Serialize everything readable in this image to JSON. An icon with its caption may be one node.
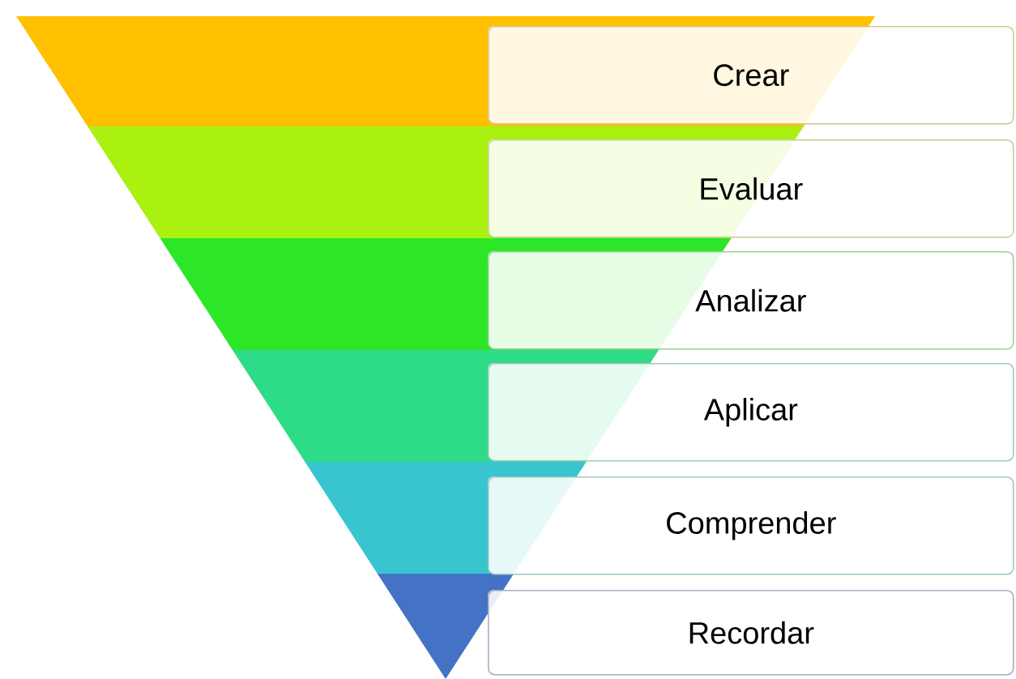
{
  "diagram": {
    "nodes": [
      {
        "text": [
          "Crear"
        ]
      },
      {
        "text": [
          "Evaluar"
        ]
      },
      {
        "text": [
          "Analizar"
        ]
      },
      {
        "text": [
          "Aplicar"
        ]
      },
      {
        "text": [
          "Comprender"
        ]
      },
      {
        "text": [
          "Recordar"
        ]
      }
    ]
  }
}
